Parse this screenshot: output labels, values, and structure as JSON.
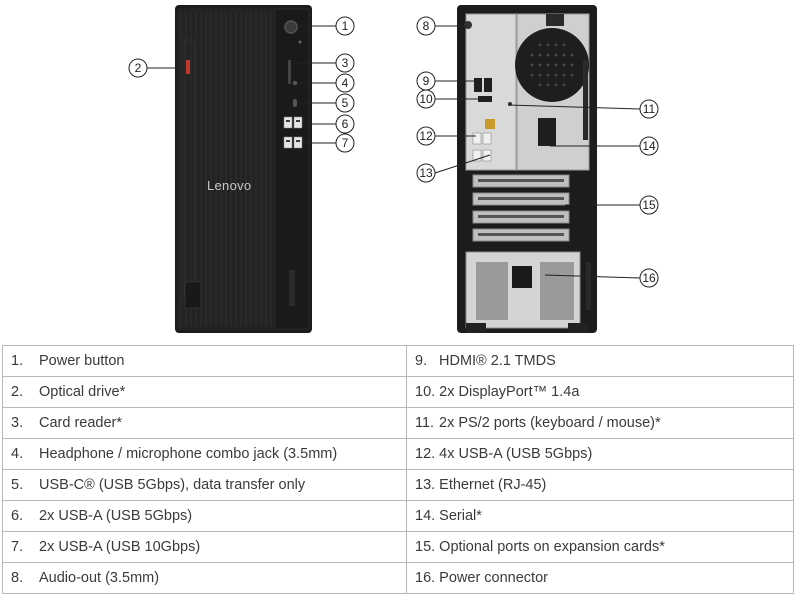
{
  "front_view": {
    "logo": "Lenovo",
    "callouts": [
      "1",
      "2",
      "3",
      "4",
      "5",
      "6",
      "7"
    ]
  },
  "rear_view": {
    "callouts": [
      "8",
      "9",
      "10",
      "11",
      "12",
      "13",
      "14",
      "15",
      "16"
    ]
  },
  "ports_table": {
    "rows": [
      {
        "left": {
          "num": "1.",
          "label": "Power button"
        },
        "right": {
          "num": "9.",
          "label": "HDMI® 2.1 TMDS"
        }
      },
      {
        "left": {
          "num": "2.",
          "label": "Optical drive*"
        },
        "right": {
          "num": "10.",
          "label": "2x DisplayPort™ 1.4a"
        }
      },
      {
        "left": {
          "num": "3.",
          "label": "Card reader*"
        },
        "right": {
          "num": "11.",
          "label": "2x PS/2 ports (keyboard / mouse)*"
        }
      },
      {
        "left": {
          "num": "4.",
          "label": "Headphone / microphone combo jack (3.5mm)"
        },
        "right": {
          "num": "12.",
          "label": "4x USB-A (USB 5Gbps)"
        }
      },
      {
        "left": {
          "num": "5.",
          "label": "USB-C® (USB 5Gbps), data transfer only"
        },
        "right": {
          "num": "13.",
          "label": "Ethernet (RJ-45)"
        }
      },
      {
        "left": {
          "num": "6.",
          "label": "2x USB-A (USB 5Gbps)"
        },
        "right": {
          "num": "14.",
          "label": "Serial*"
        }
      },
      {
        "left": {
          "num": "7.",
          "label": "2x USB-A (USB 10Gbps)"
        },
        "right": {
          "num": "15.",
          "label": "Optional ports on expansion cards*"
        }
      },
      {
        "left": {
          "num": "8.",
          "label": "Audio-out (3.5mm)"
        },
        "right": {
          "num": "16.",
          "label": "Power connector"
        }
      }
    ]
  }
}
